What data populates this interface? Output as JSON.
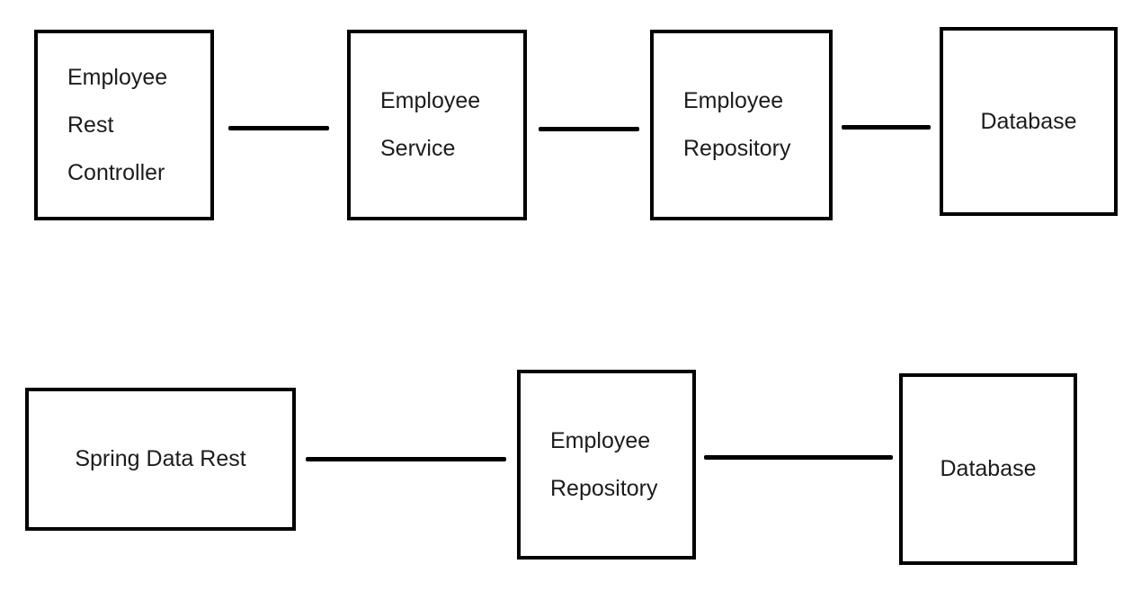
{
  "diagram": {
    "type": "architecture-diagram",
    "rows": 2,
    "colors": {
      "box_border": "#000000",
      "box_fill": "#ffffff",
      "connector": "#000000",
      "text": "#1c1c1c",
      "background": "#ffffff"
    },
    "nodes": [
      {
        "id": "employee-rest-controller",
        "row": 1,
        "lines": [
          "Employee",
          "Rest",
          "Controller"
        ]
      },
      {
        "id": "employee-service",
        "row": 1,
        "lines": [
          "Employee",
          "Service"
        ]
      },
      {
        "id": "employee-repository",
        "row": 1,
        "lines": [
          "Employee",
          "Repository"
        ]
      },
      {
        "id": "database",
        "row": 1,
        "lines": [
          "Database"
        ]
      },
      {
        "id": "spring-data-rest",
        "row": 2,
        "lines": [
          "Spring Data Rest"
        ]
      },
      {
        "id": "employee-repository-2",
        "row": 2,
        "lines": [
          "Employee",
          "Repository"
        ]
      },
      {
        "id": "database-2",
        "row": 2,
        "lines": [
          "Database"
        ]
      }
    ],
    "connections": [
      {
        "from": "employee-rest-controller",
        "to": "employee-service"
      },
      {
        "from": "employee-service",
        "to": "employee-repository"
      },
      {
        "from": "employee-repository",
        "to": "database"
      },
      {
        "from": "spring-data-rest",
        "to": "employee-repository-2"
      },
      {
        "from": "employee-repository-2",
        "to": "database-2"
      }
    ]
  }
}
